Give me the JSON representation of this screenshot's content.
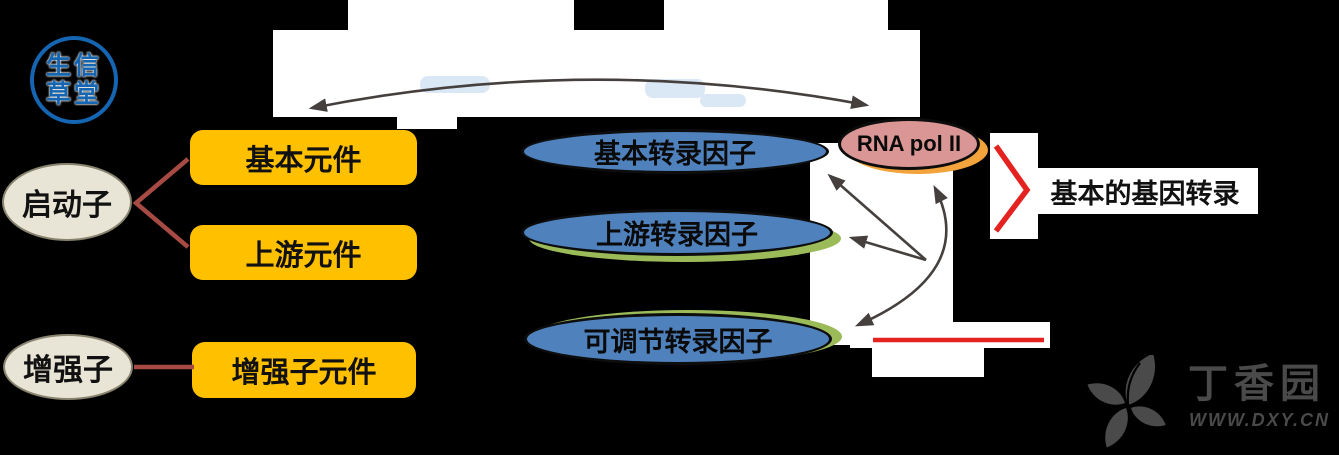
{
  "badge": {
    "line1": "生信",
    "line2": "草堂"
  },
  "promoter": {
    "label": "启动子"
  },
  "enhancer": {
    "label": "增强子"
  },
  "elements": [
    {
      "label": "基本元件"
    },
    {
      "label": "上游元件"
    },
    {
      "label": "增强子元件"
    }
  ],
  "factors": [
    {
      "label": "基本转录因子"
    },
    {
      "label": "上游转录因子"
    },
    {
      "label": "可调节转录因子"
    }
  ],
  "rna_pol": {
    "label": "RNA pol II"
  },
  "caption": {
    "label": "基本的基因转录"
  },
  "footer": {
    "brand": "丁香园",
    "url": "WWW.DXY.CN"
  },
  "colors": {
    "background": "#000000",
    "element_orange": "#FFC000",
    "factor_blue": "#4F81BD",
    "factor_green_accent": "#9BBB59",
    "rna_pol_pink": "#D99694",
    "rna_pol_yellow_accent": "#F2A33C",
    "promoter_beige": "#E9E5D6",
    "connector_red": "#A84A44",
    "highlight_red": "#E42320",
    "arrow_dark": "#45403E",
    "badge_blue": "#1566B2",
    "footer_gray": "#4A4A4A"
  }
}
